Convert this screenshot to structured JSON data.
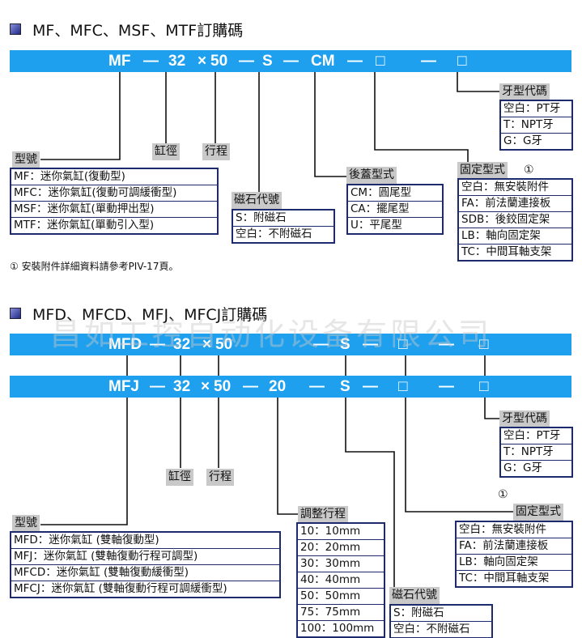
{
  "watermark": "昌如工控自动化设备有限公司",
  "s1": {
    "title": "MF、MFC、MSF、MTF訂購碼",
    "code": [
      "MF",
      "—",
      "32",
      "×",
      "50",
      "—",
      "S",
      "—",
      "CM",
      "—",
      "□",
      "—",
      "□"
    ],
    "model_label": "型號",
    "model": [
      "MF：迷你氣缸(復動型)",
      "MFC：迷你氣缸(復動可調緩衝型)",
      "MSF：迷你氣缸(單動押出型)",
      "MTF：迷你氣缸(單動引入型)"
    ],
    "bore_label": "缸徑",
    "stroke_label": "行程",
    "magnet_label": "磁石代號",
    "magnet": [
      "S：附磁石",
      "空白：不附磁石"
    ],
    "cover_label": "後蓋型式",
    "cover": [
      "CM：圓尾型",
      "CA：擺尾型",
      "U：平尾型"
    ],
    "mount_label": "固定型式",
    "mount_mark": "①",
    "mount": [
      "空白：無安裝附件",
      "FA：前法蘭連接板",
      "SDB：後鉸固定架",
      "LB：軸向固定架",
      "TC：中間耳軸支架"
    ],
    "thread_label": "牙型代碼",
    "thread": [
      "空白：PT牙",
      "T：NPT牙",
      "G：G牙"
    ],
    "footnote": "① 安裝附件詳細資料請參考PIV-17頁。"
  },
  "s2": {
    "title": "MFD、MFCD、MFJ、MFCJ訂購碼",
    "code1": [
      "MFD",
      "—",
      "32",
      "×",
      "50",
      "—",
      "S",
      "—",
      "□",
      "—",
      "□"
    ],
    "code2": [
      "MFJ",
      "—",
      "32",
      "×",
      "50",
      "—",
      "20",
      "—",
      "S",
      "—",
      "□",
      "—",
      "□"
    ],
    "model_label": "型號",
    "model": [
      "MFD：迷你氣缸 (雙軸復動型)",
      "MFJ：迷你氣缸 (雙軸復動行程可調型)",
      "MFCD：迷你氣缸 (雙軸復動緩衝型)",
      "MFCJ：迷你氣缸 (雙軸復動行程可調緩衝型)"
    ],
    "bore_label": "缸徑",
    "stroke_label": "行程",
    "adjust_label": "調整行程",
    "adjust": [
      "10：10mm",
      "20：20mm",
      "30：30mm",
      "40：40mm",
      "50：50mm",
      "75：75mm",
      "100：100mm"
    ],
    "magnet_label": "磁石代號",
    "magnet": [
      "S：附磁石",
      "空白：不附磁石"
    ],
    "mount_label": "固定型式",
    "mount_mark": "①",
    "mount": [
      "空白：無安裝附件",
      "FA：前法蘭連接板",
      "LB：軸向固定架",
      "TC：中間耳軸支架"
    ],
    "thread_label": "牙型代碼",
    "thread": [
      "空白：PT牙",
      "T：NPT牙",
      "G：G牙"
    ]
  }
}
